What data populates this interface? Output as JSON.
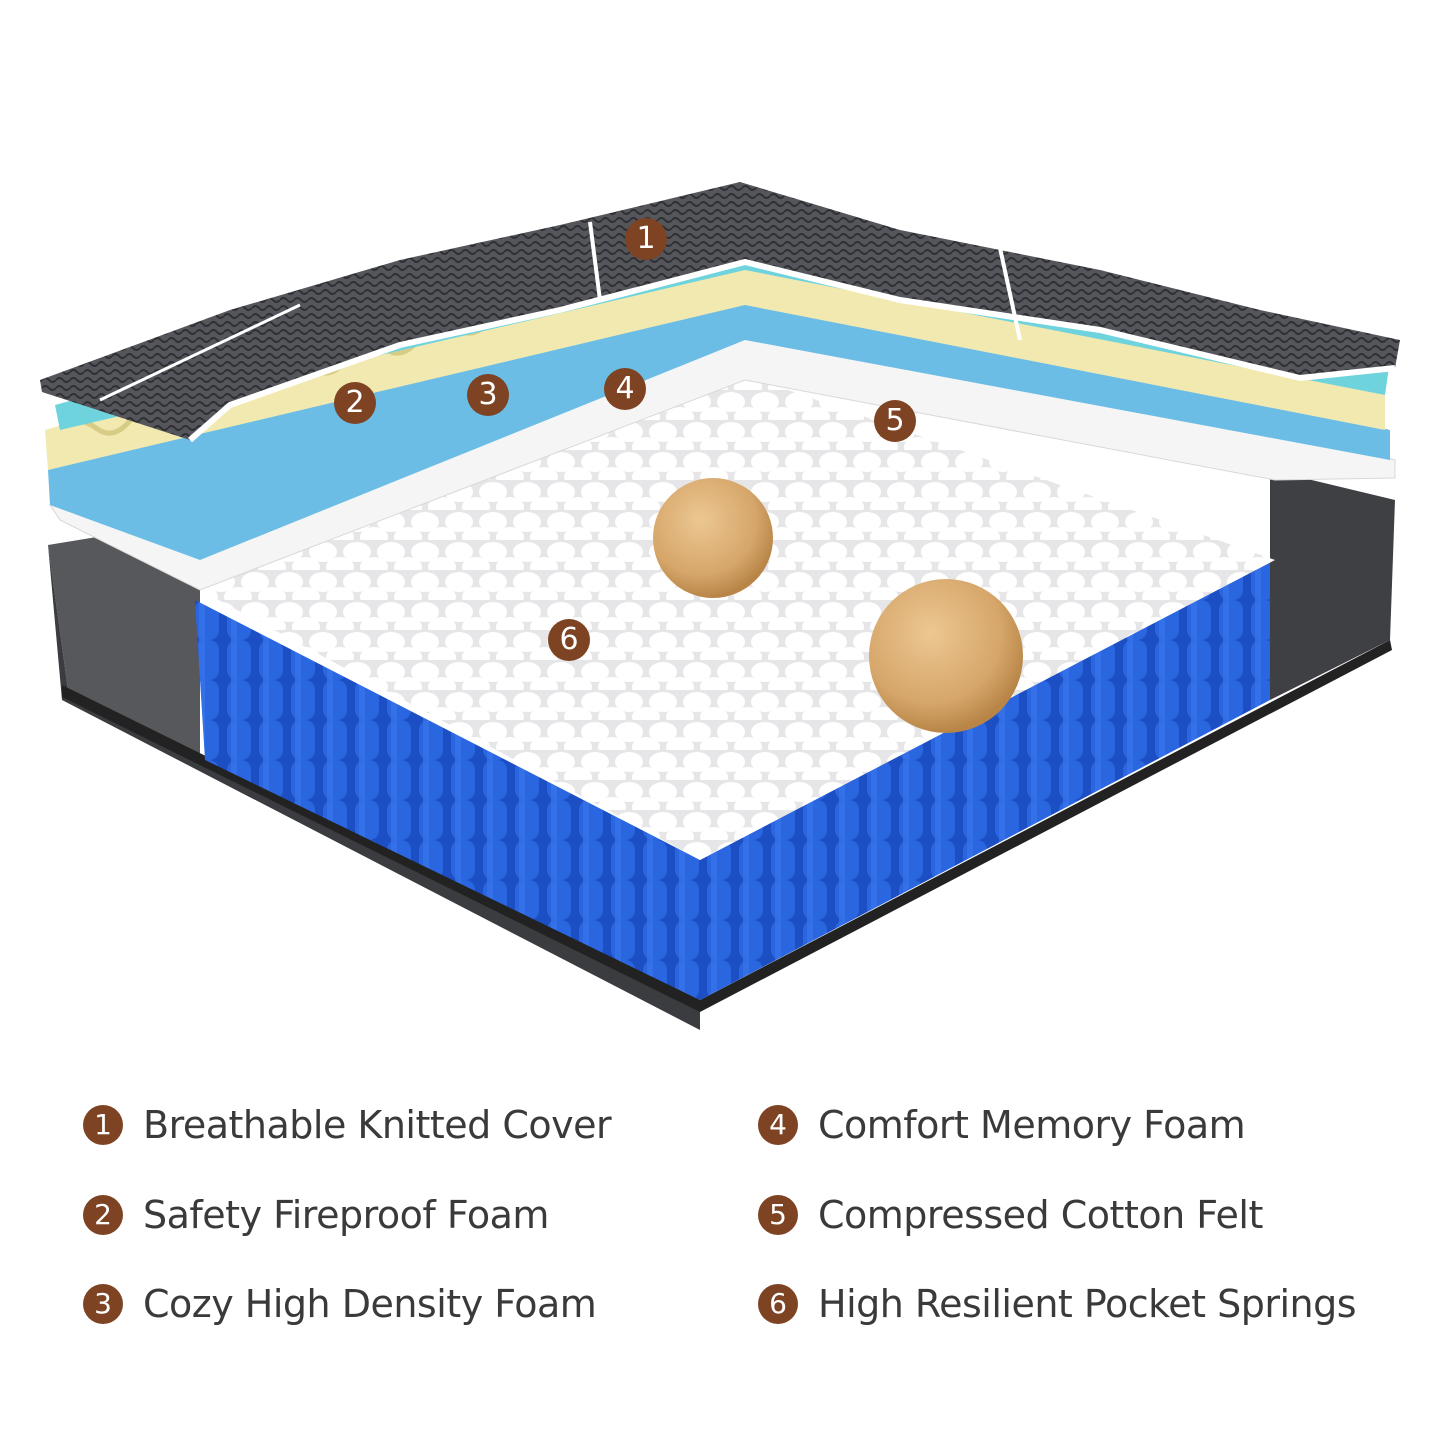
{
  "diagram": {
    "subject": "Mattress layer cross-section",
    "colors": {
      "marker": "#7d4322",
      "cover": "#4a4b4f",
      "fireproof_foam": "#6fd3de",
      "high_density_foam": "#f2eab0",
      "memory_foam": "#6bbde6",
      "cotton_felt": "#f4f4f4",
      "springs": "#1f5bd6",
      "ball": "#d9b27a",
      "text": "#3a3a3a"
    },
    "markers": [
      "1",
      "2",
      "3",
      "4",
      "5",
      "6"
    ]
  },
  "legend": {
    "items": [
      {
        "num": "1",
        "label": "Breathable Knitted Cover"
      },
      {
        "num": "2",
        "label": "Safety Fireproof Foam"
      },
      {
        "num": "3",
        "label": "Cozy High Density Foam"
      },
      {
        "num": "4",
        "label": "Comfort Memory Foam"
      },
      {
        "num": "5",
        "label": "Compressed Cotton Felt"
      },
      {
        "num": "6",
        "label": "High Resilient Pocket Springs"
      }
    ]
  }
}
